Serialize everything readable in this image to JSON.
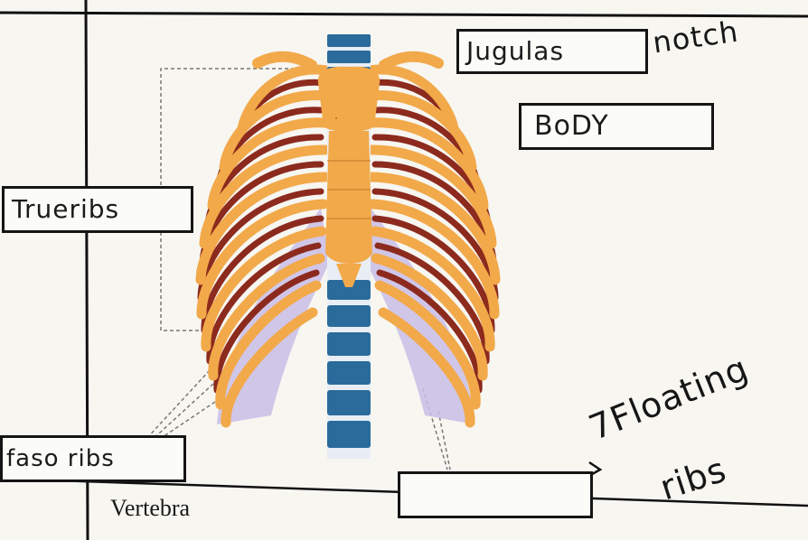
{
  "labels": {
    "jugular_box": "Jugulas",
    "jugular_note": "notch",
    "body_box": "BoDY",
    "true_ribs_box": "Trueribs",
    "false_ribs_box": "faso ribs",
    "floating_box": "",
    "floating_note_line1": "7Floating",
    "floating_note_line2": "ribs",
    "vertebra": "Vertebra"
  },
  "colors": {
    "rib": "#f2a94a",
    "intercostal": "#8c2a1e",
    "cartilage": "#c9bde6",
    "vertebra": "#2a6b9c",
    "disc": "#e8eef4",
    "sternum": "#f2a94a"
  }
}
